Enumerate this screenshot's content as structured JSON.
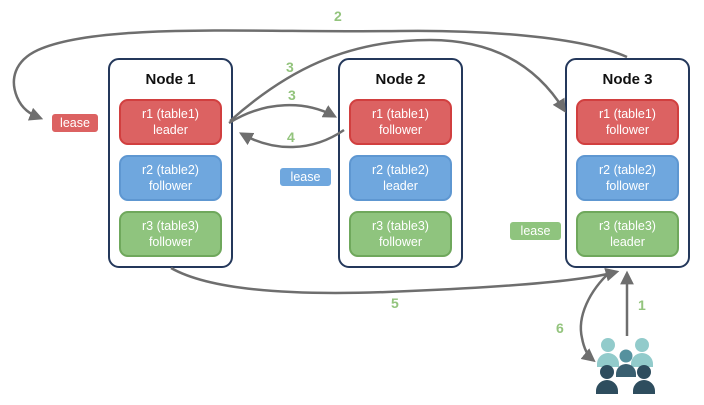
{
  "nodes": [
    {
      "title": "Node 1",
      "replicas": [
        {
          "name": "r1 (table1)",
          "role": "leader",
          "color": "red"
        },
        {
          "name": "r2 (table2)",
          "role": "follower",
          "color": "blue"
        },
        {
          "name": "r3 (table3)",
          "role": "follower",
          "color": "green"
        }
      ]
    },
    {
      "title": "Node 2",
      "replicas": [
        {
          "name": "r1 (table1)",
          "role": "follower",
          "color": "red"
        },
        {
          "name": "r2 (table2)",
          "role": "leader",
          "color": "blue"
        },
        {
          "name": "r3 (table3)",
          "role": "follower",
          "color": "green"
        }
      ]
    },
    {
      "title": "Node 3",
      "replicas": [
        {
          "name": "r1 (table1)",
          "role": "follower",
          "color": "red"
        },
        {
          "name": "r2 (table2)",
          "role": "follower",
          "color": "blue"
        },
        {
          "name": "r3 (table3)",
          "role": "leader",
          "color": "green"
        }
      ]
    }
  ],
  "leases": [
    {
      "label": "lease",
      "color": "red"
    },
    {
      "label": "lease",
      "color": "blue"
    },
    {
      "label": "lease",
      "color": "green"
    }
  ],
  "steps": {
    "s1": "1",
    "s2": "2",
    "s3a": "3",
    "s3b": "3",
    "s4": "4",
    "s5": "5",
    "s6": "6"
  },
  "icons": {
    "clients": "users-group-icon"
  },
  "colors": {
    "red_fill": "#DC6262",
    "red_border": "#D13F3F",
    "blue_fill": "#6FA7DE",
    "blue_border": "#5E97D1",
    "green_fill": "#8FC47E",
    "green_border": "#6FA85C",
    "node_border": "#24385B",
    "arrow": "#6E6E6E",
    "step_label": "#93C47D",
    "people_light": "#92CBCB",
    "people_medium": "#55919E",
    "people_medium_body": "#3A5F70",
    "people_dark": "#2E4D5E"
  }
}
